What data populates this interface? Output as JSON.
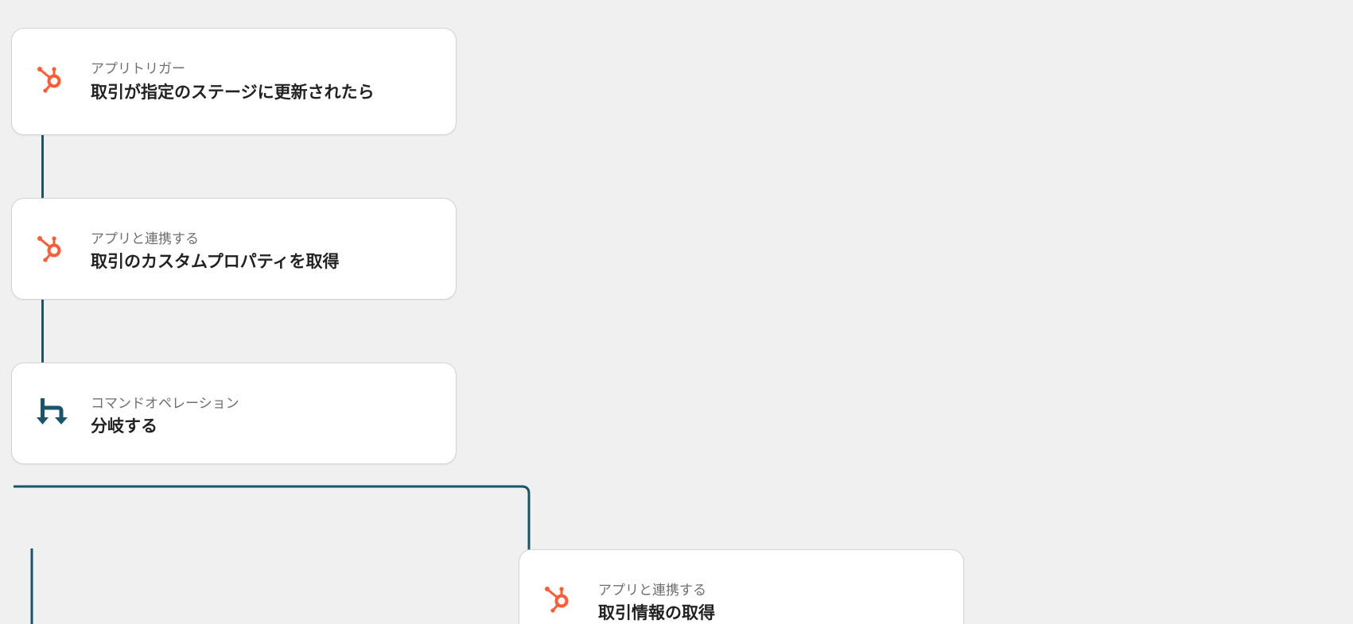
{
  "colors": {
    "background": "#f0f0f0",
    "card": "#ffffff",
    "connector": "#17566d",
    "hubspot": "#ff5c35",
    "branch": "#17566d"
  },
  "flow": {
    "steps": [
      {
        "icon": "hubspot-icon",
        "subtitle": "アプリトリガー",
        "title": "取引が指定のステージに更新されたら"
      },
      {
        "icon": "hubspot-icon",
        "subtitle": "アプリと連携する",
        "title": "取引のカスタムプロパティを取得"
      },
      {
        "icon": "branch-icon",
        "subtitle": "コマンドオペレーション",
        "title": "分岐する"
      },
      {
        "icon": "hubspot-icon",
        "subtitle": "アプリと連携する",
        "title": "取引情報の取得"
      }
    ]
  }
}
